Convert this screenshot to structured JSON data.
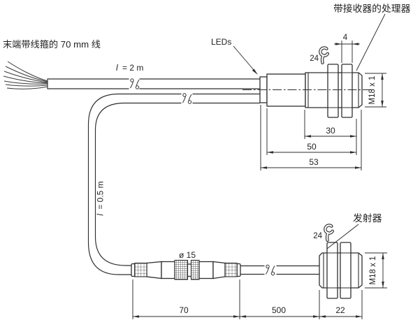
{
  "page": {
    "background": "#ffffff",
    "line_color": "#2e2e2e",
    "text_color": "#1f1f1f"
  },
  "annotations": {
    "wire_note": "末端带线箍的 70 mm 线",
    "leds_label": "LEDs",
    "processor_label": "带接收器的处理器",
    "emitter_label": "发射器"
  },
  "cable_lengths": {
    "top": {
      "var": "l",
      "value": "= 2 m"
    },
    "drop": {
      "var": "l",
      "value": "= 0.5 m"
    }
  },
  "dimensions": {
    "nut_thickness": "4",
    "wrench_size_top": "24",
    "wrench_size_bottom": "24",
    "thread_spec_top": "M18 x 1",
    "thread_spec_bottom": "M18 x 1",
    "receiver_thread_length": "30",
    "receiver_body_length": "50",
    "receiver_total_length": "53",
    "connector_diameter": "ø 15",
    "connector_assembly_length": "70",
    "cable_run_length": "500",
    "emitter_body_length": "22"
  }
}
